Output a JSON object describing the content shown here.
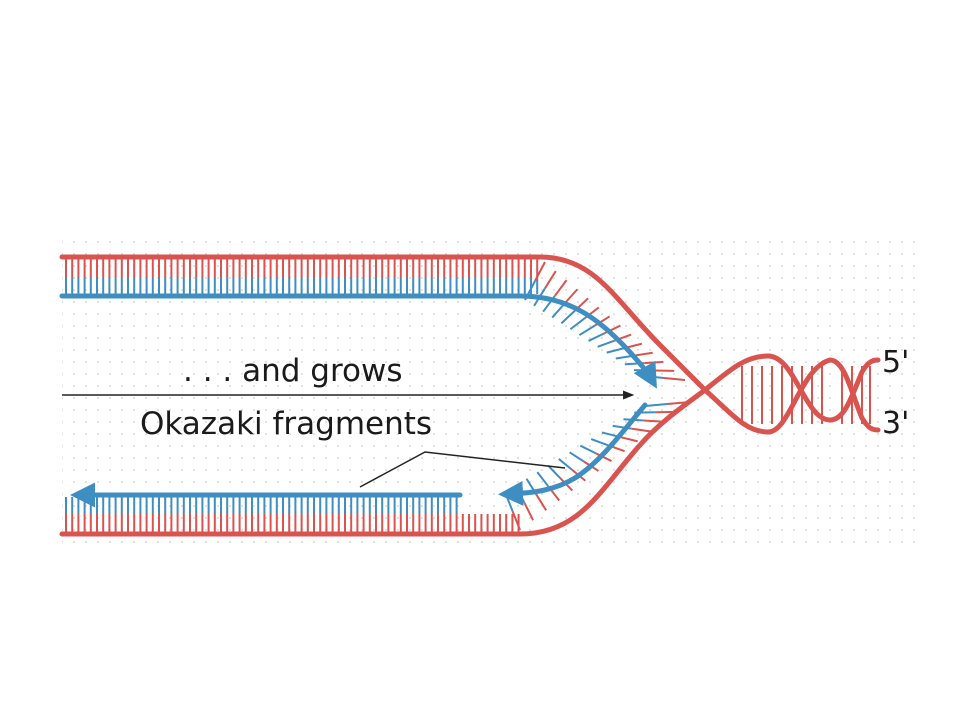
{
  "labels": {
    "grows": ". . . and grows",
    "okazaki": "Okazaki fragments",
    "five_prime": "5'",
    "three_prime": "3'"
  },
  "colors": {
    "parent_strand": "#d9534f",
    "new_strand": "#3f8ec2",
    "pointer": "#222222",
    "grid": "#d4d4d4"
  }
}
